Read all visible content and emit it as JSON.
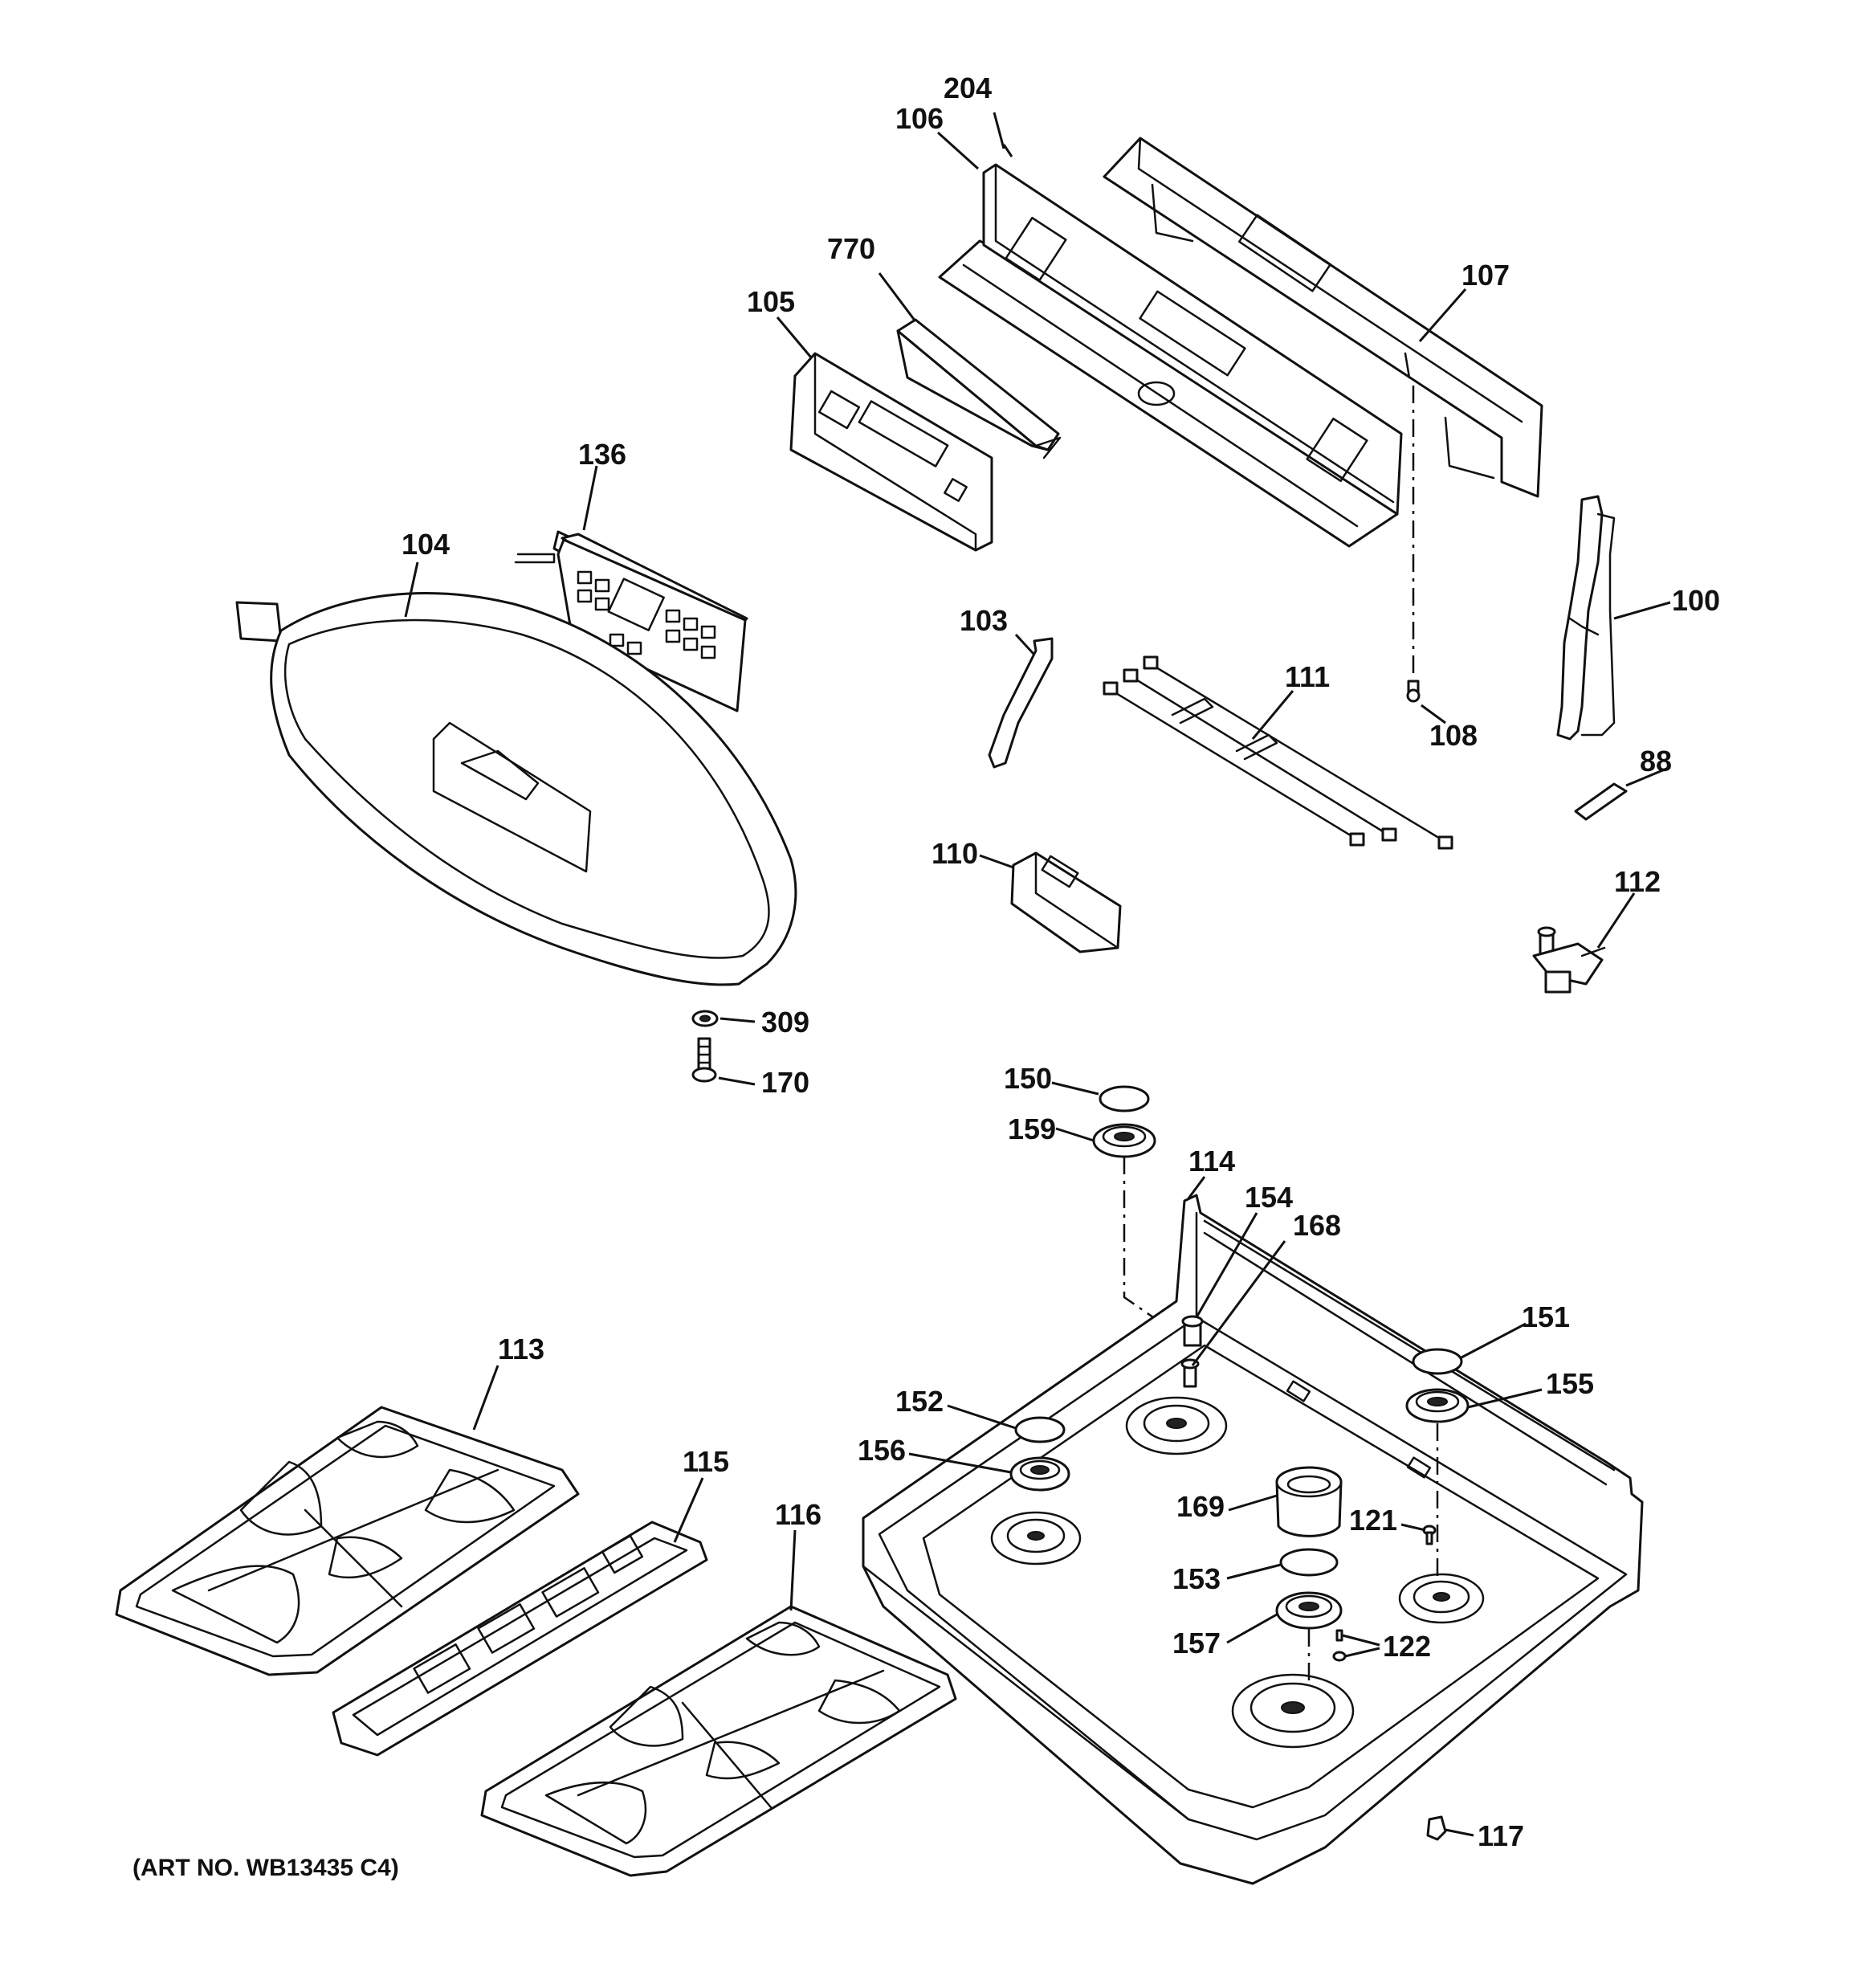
{
  "art_number": "(ART NO. WB13435 C4)",
  "labels": {
    "l204": "204",
    "l106": "106",
    "l770": "770",
    "l105": "105",
    "l107": "107",
    "l136": "136",
    "l104": "104",
    "l103": "103",
    "l111": "111",
    "l100": "100",
    "l108": "108",
    "l88": "88",
    "l110": "110",
    "l112": "112",
    "l309": "309",
    "l170": "170",
    "l150": "150",
    "l159": "159",
    "l114": "114",
    "l154": "154",
    "l168": "168",
    "l151": "151",
    "l155": "155",
    "l152": "152",
    "l156": "156",
    "l113": "113",
    "l115": "115",
    "l116": "116",
    "l169": "169",
    "l121": "121",
    "l153": "153",
    "l157": "157",
    "l122": "122",
    "l117": "117"
  }
}
